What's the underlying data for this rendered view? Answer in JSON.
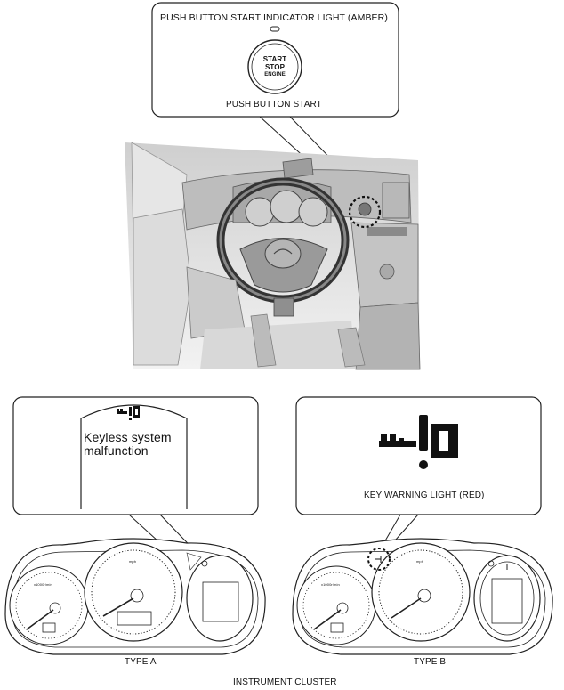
{
  "top_callout": {
    "indicator_label": "PUSH BUTTON START INDICATOR LIGHT (AMBER)",
    "button_text": [
      "START",
      "STOP",
      "ENGINE"
    ],
    "button_label": "PUSH BUTTON START"
  },
  "type_a": {
    "message_line1": "Keyless system",
    "message_line2": "malfunction",
    "cluster_label": "TYPE A",
    "gauge_unit_left": "x1000r/min",
    "gauge_unit_center": "mph"
  },
  "type_b": {
    "warning_label": "KEY WARNING LIGHT (RED)",
    "cluster_label": "TYPE B",
    "gauge_unit_left": "x1000r/min",
    "gauge_unit_center": "mph"
  },
  "caption": "INSTRUMENT CLUSTER"
}
